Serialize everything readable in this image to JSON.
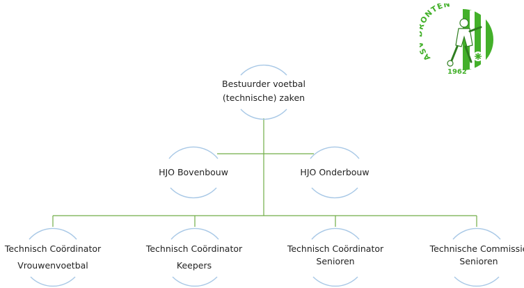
{
  "colors": {
    "connector": "#70ad47",
    "arc": "#a8c8e6",
    "text": "#222222",
    "logo_green": "#43b02a"
  },
  "logo": {
    "name": "ASV DRONTEN",
    "year": "1962"
  },
  "nodes": {
    "top": {
      "line1": "Bestuurder voetbal",
      "line2": "(technische) zaken"
    },
    "hjo_bovenbouw": {
      "line1": "HJO Bovenbouw"
    },
    "hjo_onderbouw": {
      "line1": "HJO Onderbouw"
    },
    "tc_vrouwen": {
      "line1": "Technisch Coördinator",
      "line2": "Vrouwenvoetbal"
    },
    "tc_keepers": {
      "line1": "Technisch Coördinator",
      "line2": "Keepers"
    },
    "tc_senioren": {
      "line1": "Technisch Coördinator",
      "line2": "Senioren"
    },
    "commissie": {
      "line1": "Technische Commissie",
      "line2": "Senioren"
    }
  }
}
